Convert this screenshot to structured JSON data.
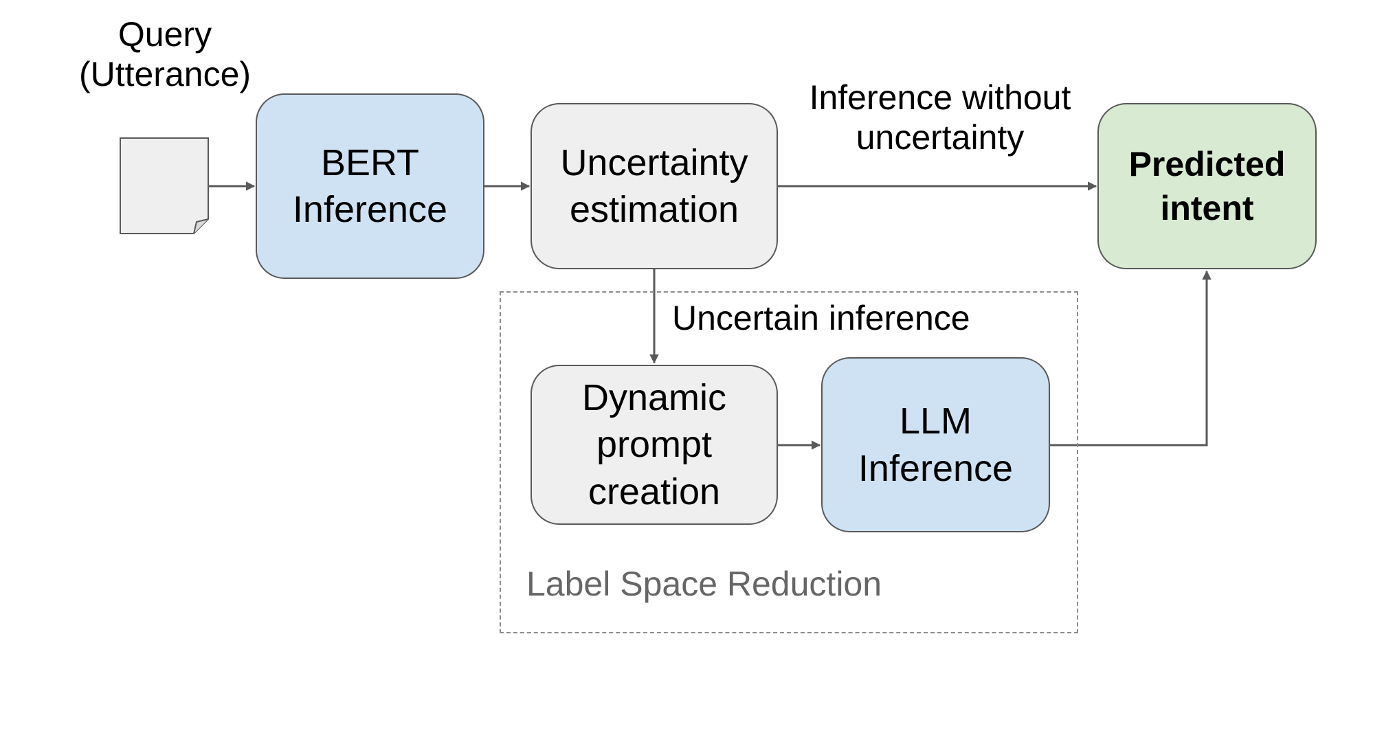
{
  "nodes": {
    "query": {
      "line1": "Query",
      "line2": "(Utterance)"
    },
    "bert": {
      "line1": "BERT",
      "line2": "Inference"
    },
    "uncertainty": {
      "line1": "Uncertainty",
      "line2": "estimation"
    },
    "predicted": {
      "line1": "Predicted",
      "line2": "intent"
    },
    "dynamic": {
      "line1": "Dynamic",
      "line2": "prompt",
      "line3": "creation"
    },
    "llm": {
      "line1": "LLM",
      "line2": "Inference"
    }
  },
  "edges": {
    "without_uncertainty": {
      "line1": "Inference without",
      "line2": "uncertainty"
    },
    "uncertain": "Uncertain inference"
  },
  "group": {
    "label": "Label Space Reduction"
  },
  "colors": {
    "blue_fill": "#cfe2f3",
    "grey_fill": "#efefef",
    "green_fill": "#d9ead3",
    "stroke": "#595959",
    "group_label": "#666666"
  }
}
